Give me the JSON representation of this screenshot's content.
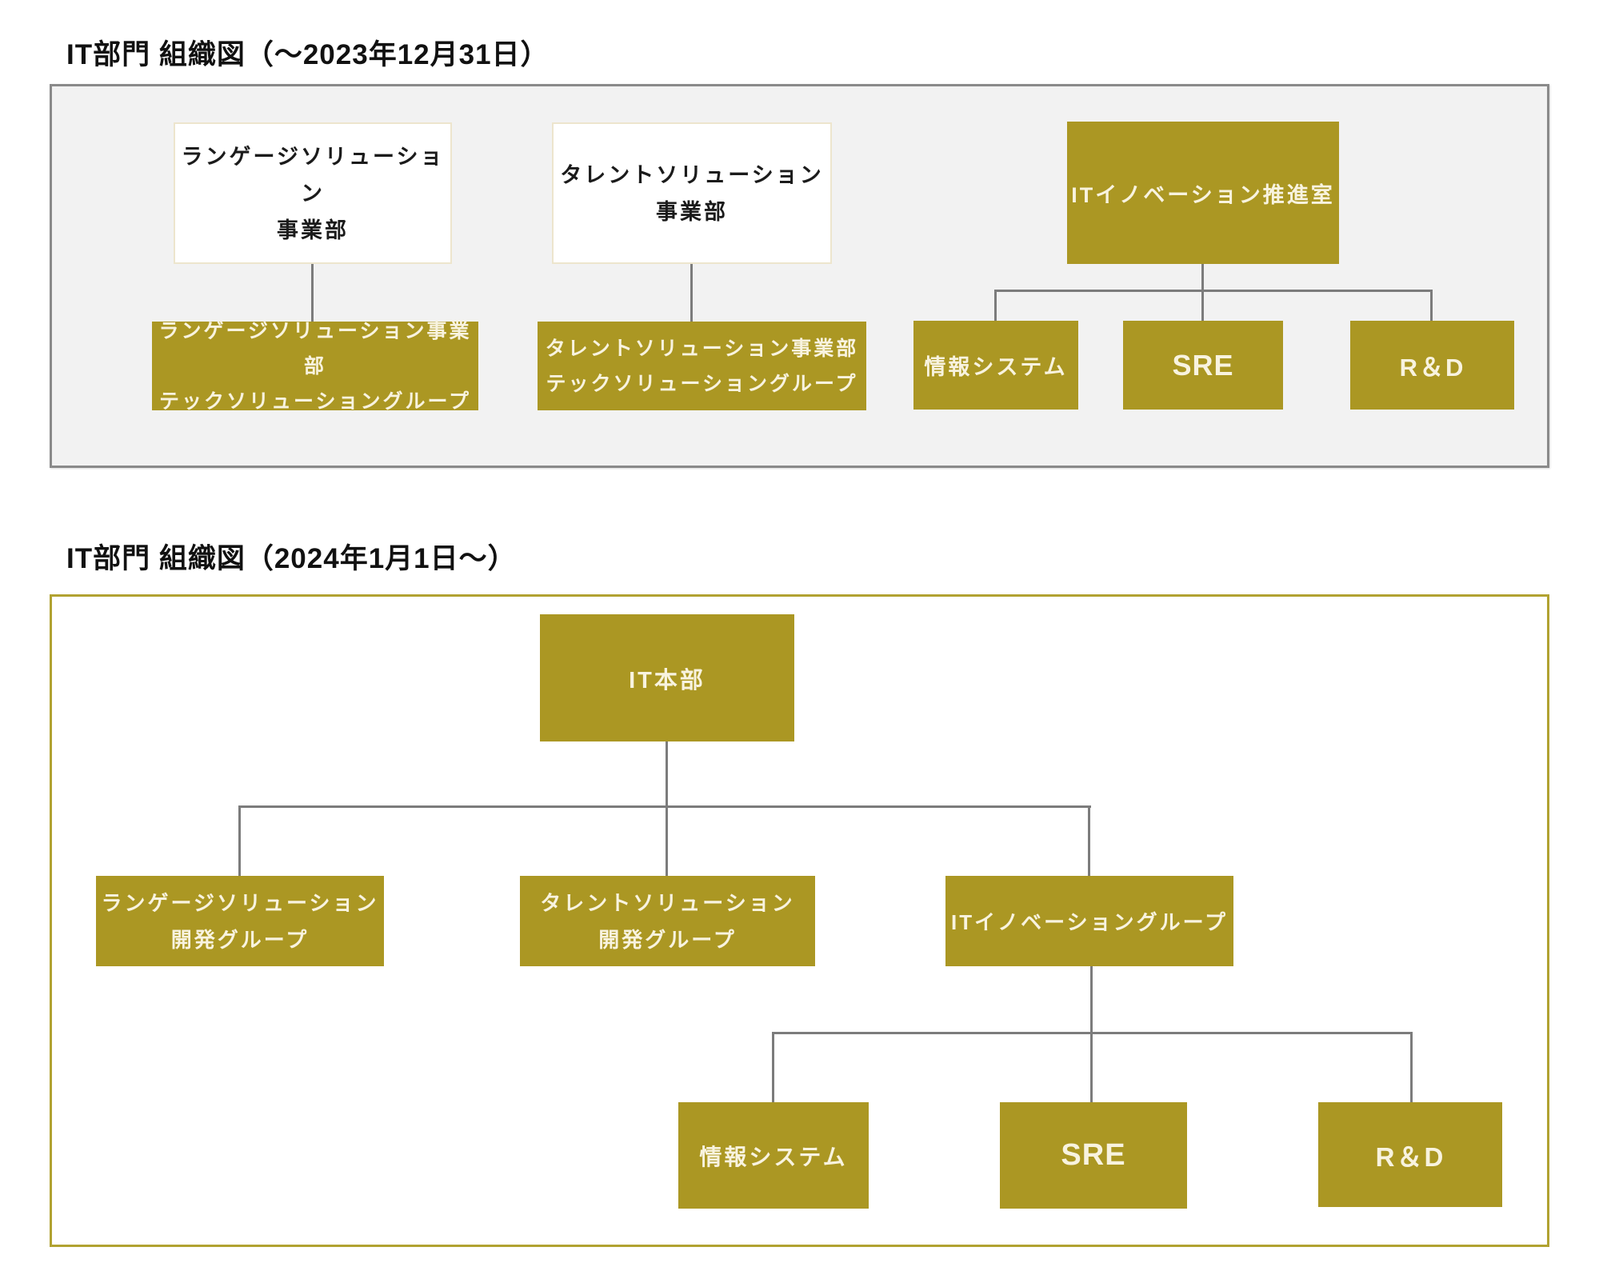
{
  "colors": {
    "olive": "#AB9723",
    "cream_text": "#F8F3DF",
    "connector_gray": "#7C7C7C",
    "chart1_border": "#8A8A8A",
    "chart1_bg": "#F2F2F2",
    "chart2_border": "#B1A231",
    "white_box_border": "#EDE5CD",
    "title_text": "#111111"
  },
  "chart1": {
    "title": "IT部門 組織図（～2023年12月31日）",
    "nodes": {
      "ls_division": {
        "line1": "ランゲージソリューション",
        "line2": "事業部"
      },
      "ts_division": {
        "line1": "タレントソリューション",
        "line2": "事業部"
      },
      "it_innovation_office": {
        "label": "ITイノベーション推進室"
      },
      "ls_tech_group": {
        "line1": "ランゲージソリューション事業部",
        "line2": "テックソリューショングループ"
      },
      "ts_tech_group": {
        "line1": "タレントソリューション事業部",
        "line2": "テックソリューショングループ"
      },
      "info_system": {
        "label": "情報システム"
      },
      "sre": {
        "label": "SRE"
      },
      "rd": {
        "label": "R＆D"
      }
    }
  },
  "chart2": {
    "title": "IT部門 組織図（2024年1月1日～）",
    "nodes": {
      "it_hq": {
        "label": "IT本部"
      },
      "ls_dev_group": {
        "line1": "ランゲージソリューション",
        "line2": "開発グループ"
      },
      "ts_dev_group": {
        "line1": "タレントソリューション",
        "line2": "開発グループ"
      },
      "it_innovation_group": {
        "label": "ITイノベーショングループ"
      },
      "info_system": {
        "label": "情報システム"
      },
      "sre": {
        "label": "SRE"
      },
      "rd": {
        "label": "R＆D"
      }
    }
  }
}
